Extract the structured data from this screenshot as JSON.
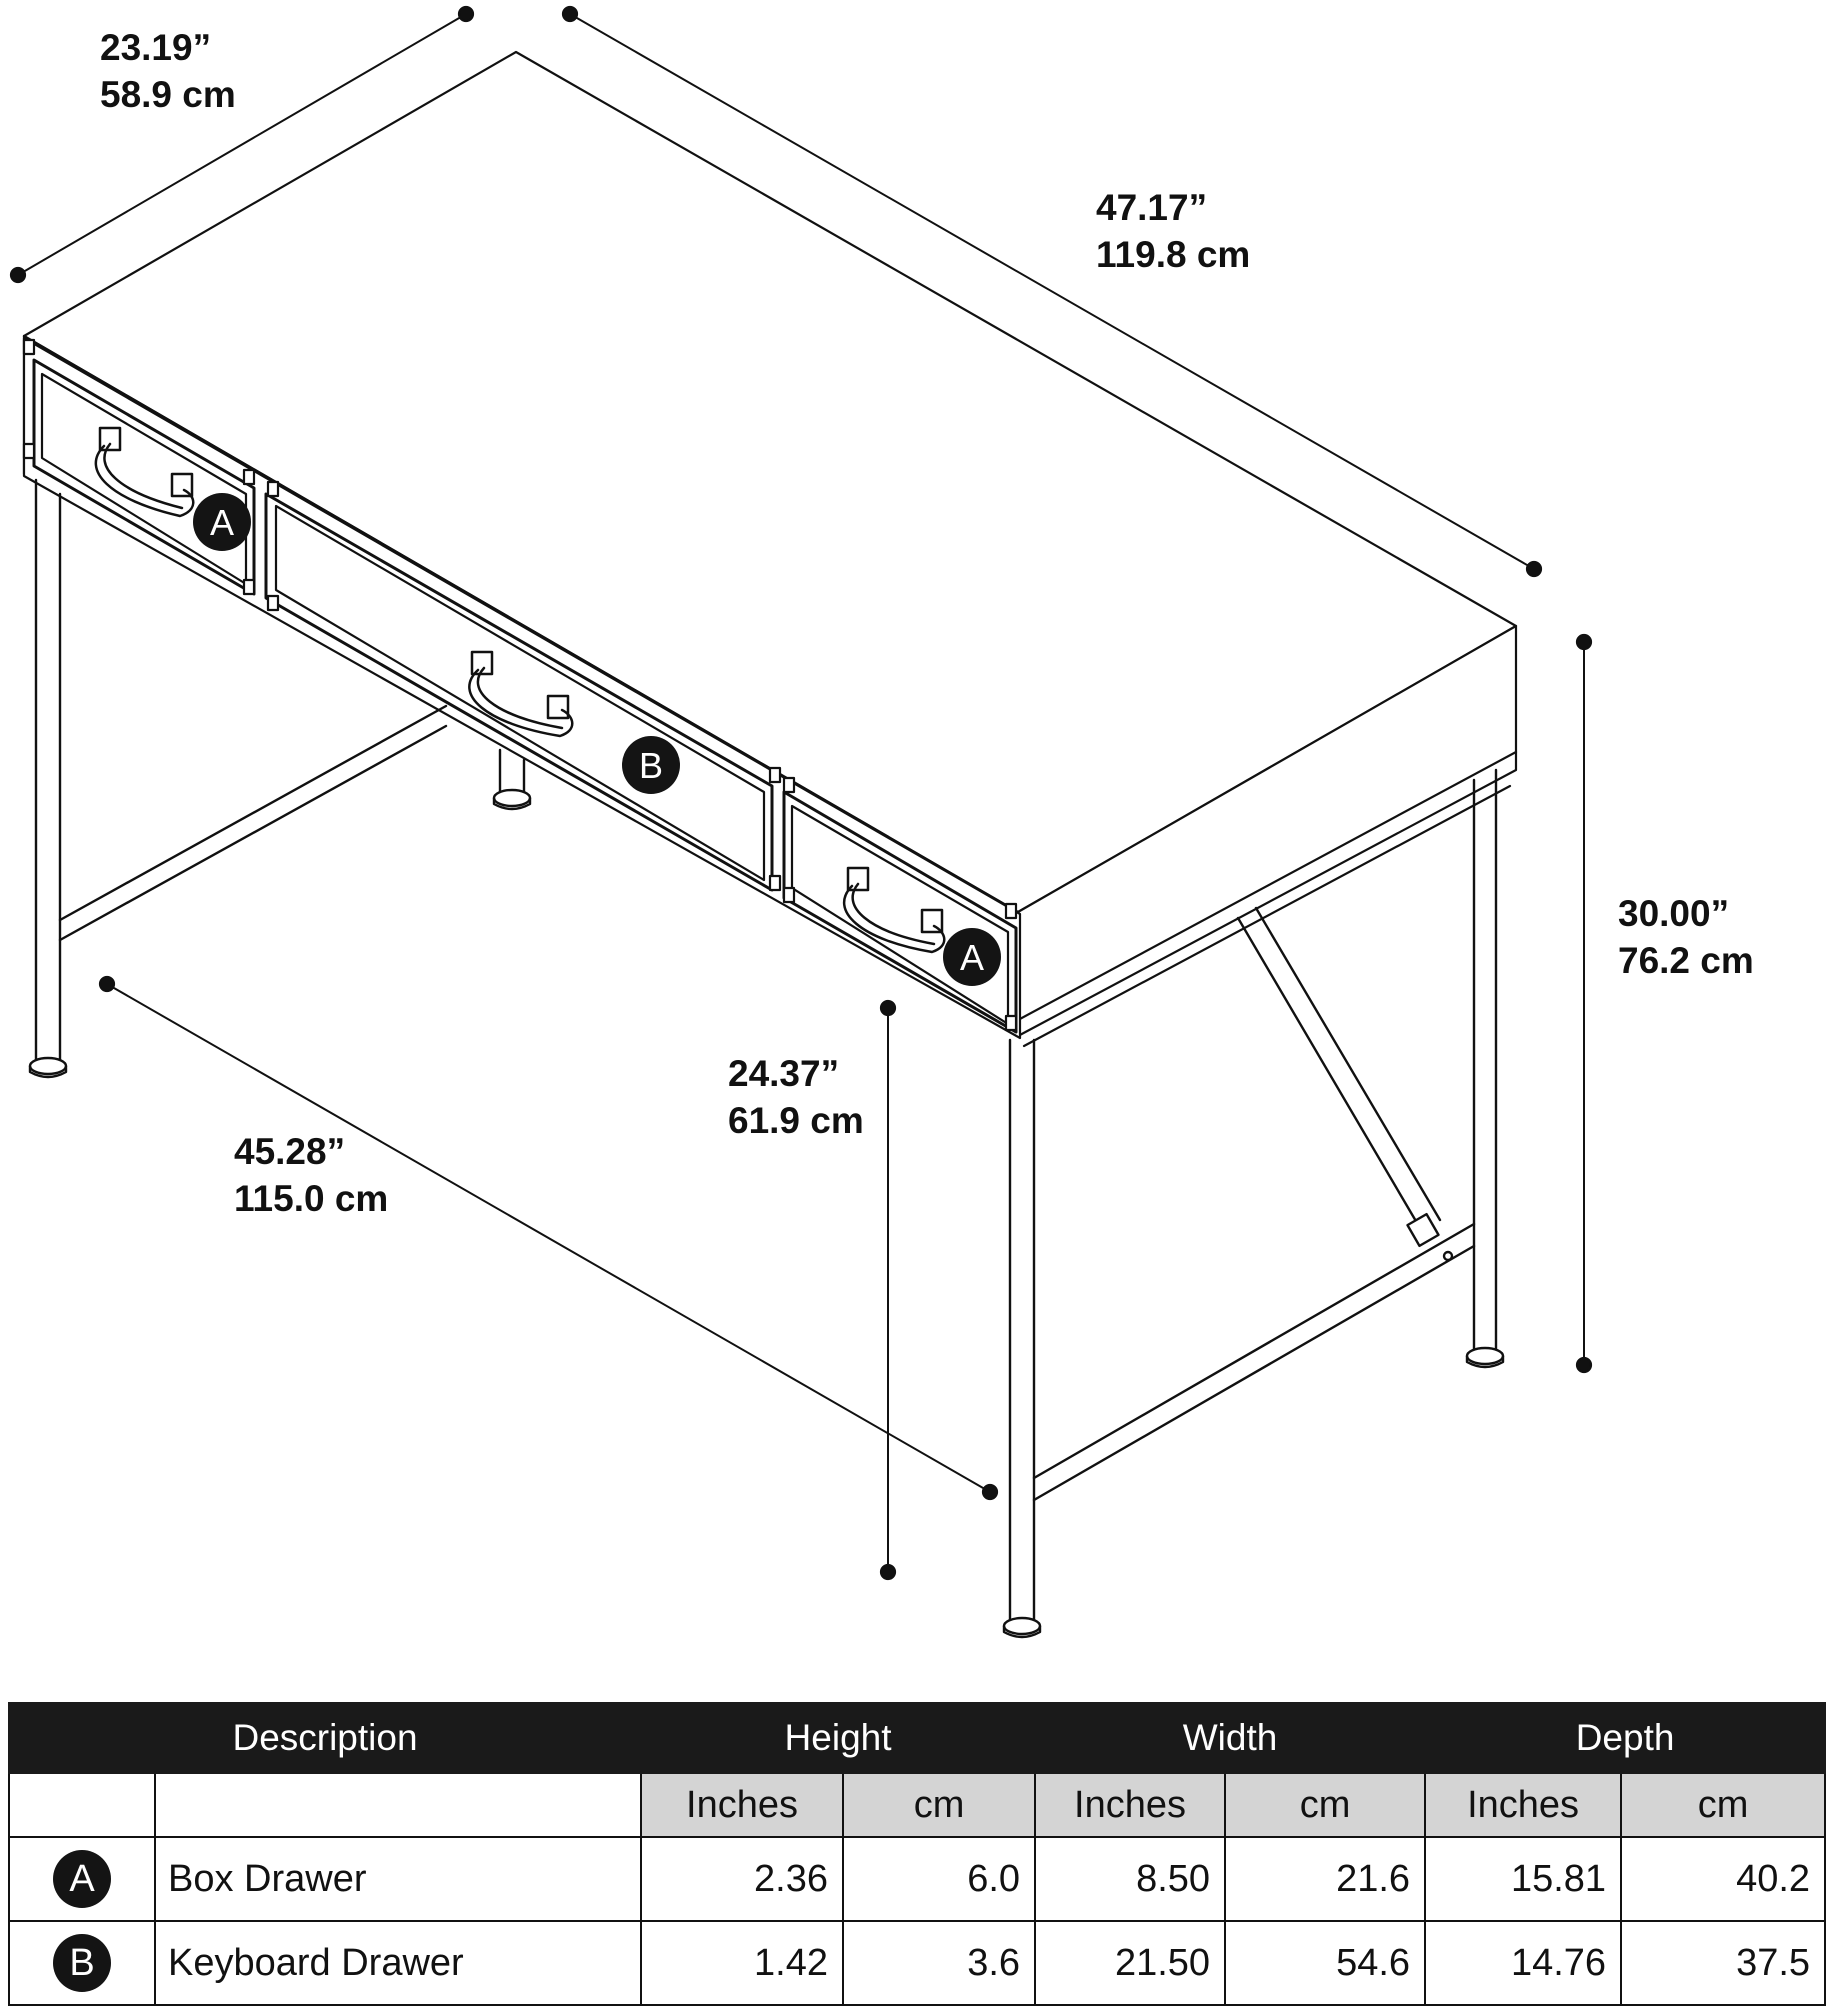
{
  "dimensions": {
    "depth_top": {
      "inches": "23.19”",
      "cm": "58.9 cm"
    },
    "width_top": {
      "inches": "47.17”",
      "cm": "119.8 cm"
    },
    "height_total": {
      "inches": "30.00”",
      "cm": "76.2 cm"
    },
    "knee_height": {
      "inches": "24.37”",
      "cm": "61.9 cm"
    },
    "leg_span": {
      "inches": "45.28”",
      "cm": "115.0 cm"
    }
  },
  "callouts": {
    "box_drawer": "A",
    "keyboard_drawer": "B"
  },
  "table": {
    "headers": {
      "description": "Description",
      "height": "Height",
      "width": "Width",
      "depth": "Depth"
    },
    "units": [
      "Inches",
      "cm",
      "Inches",
      "cm",
      "Inches",
      "cm"
    ],
    "rows": [
      {
        "badge": "A",
        "description": "Box Drawer",
        "values": [
          "2.36",
          "6.0",
          "8.50",
          "21.6",
          "15.81",
          "40.2"
        ]
      },
      {
        "badge": "B",
        "description": "Keyboard Drawer",
        "values": [
          "1.42",
          "3.6",
          "21.50",
          "54.6",
          "14.76",
          "37.5"
        ]
      }
    ]
  }
}
